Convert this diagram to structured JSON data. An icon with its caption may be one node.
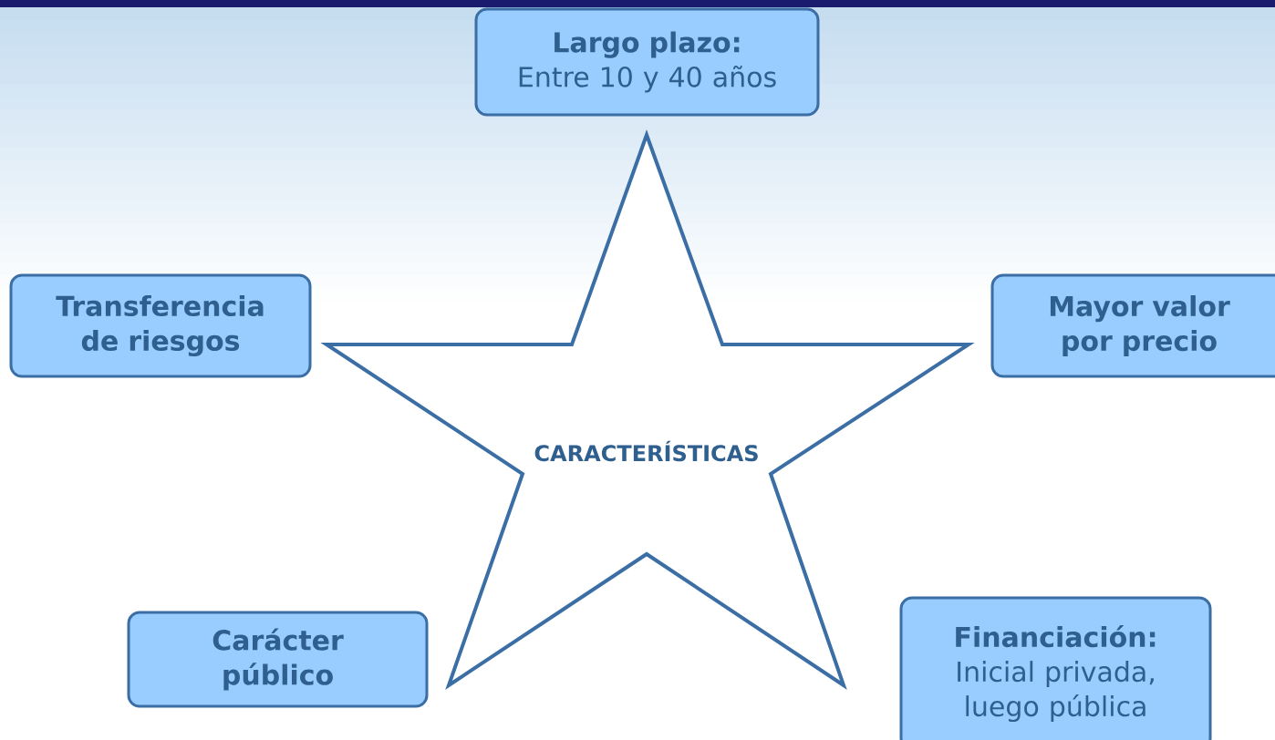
{
  "diagram": {
    "nodes": [
      {
        "text": [
          "Largo plazo:",
          "Entre 10 y 40 años"
        ]
      },
      {
        "text": [
          "Transferencia de riesgos"
        ]
      },
      {
        "text": [
          "Mayor valor por precio"
        ]
      },
      {
        "text": [
          "CARACTERÍSTICAS"
        ]
      },
      {
        "text": [
          "Carácter público"
        ]
      },
      {
        "text": [
          "Financiación:",
          "Inicial privada, luego pública"
        ]
      }
    ]
  }
}
